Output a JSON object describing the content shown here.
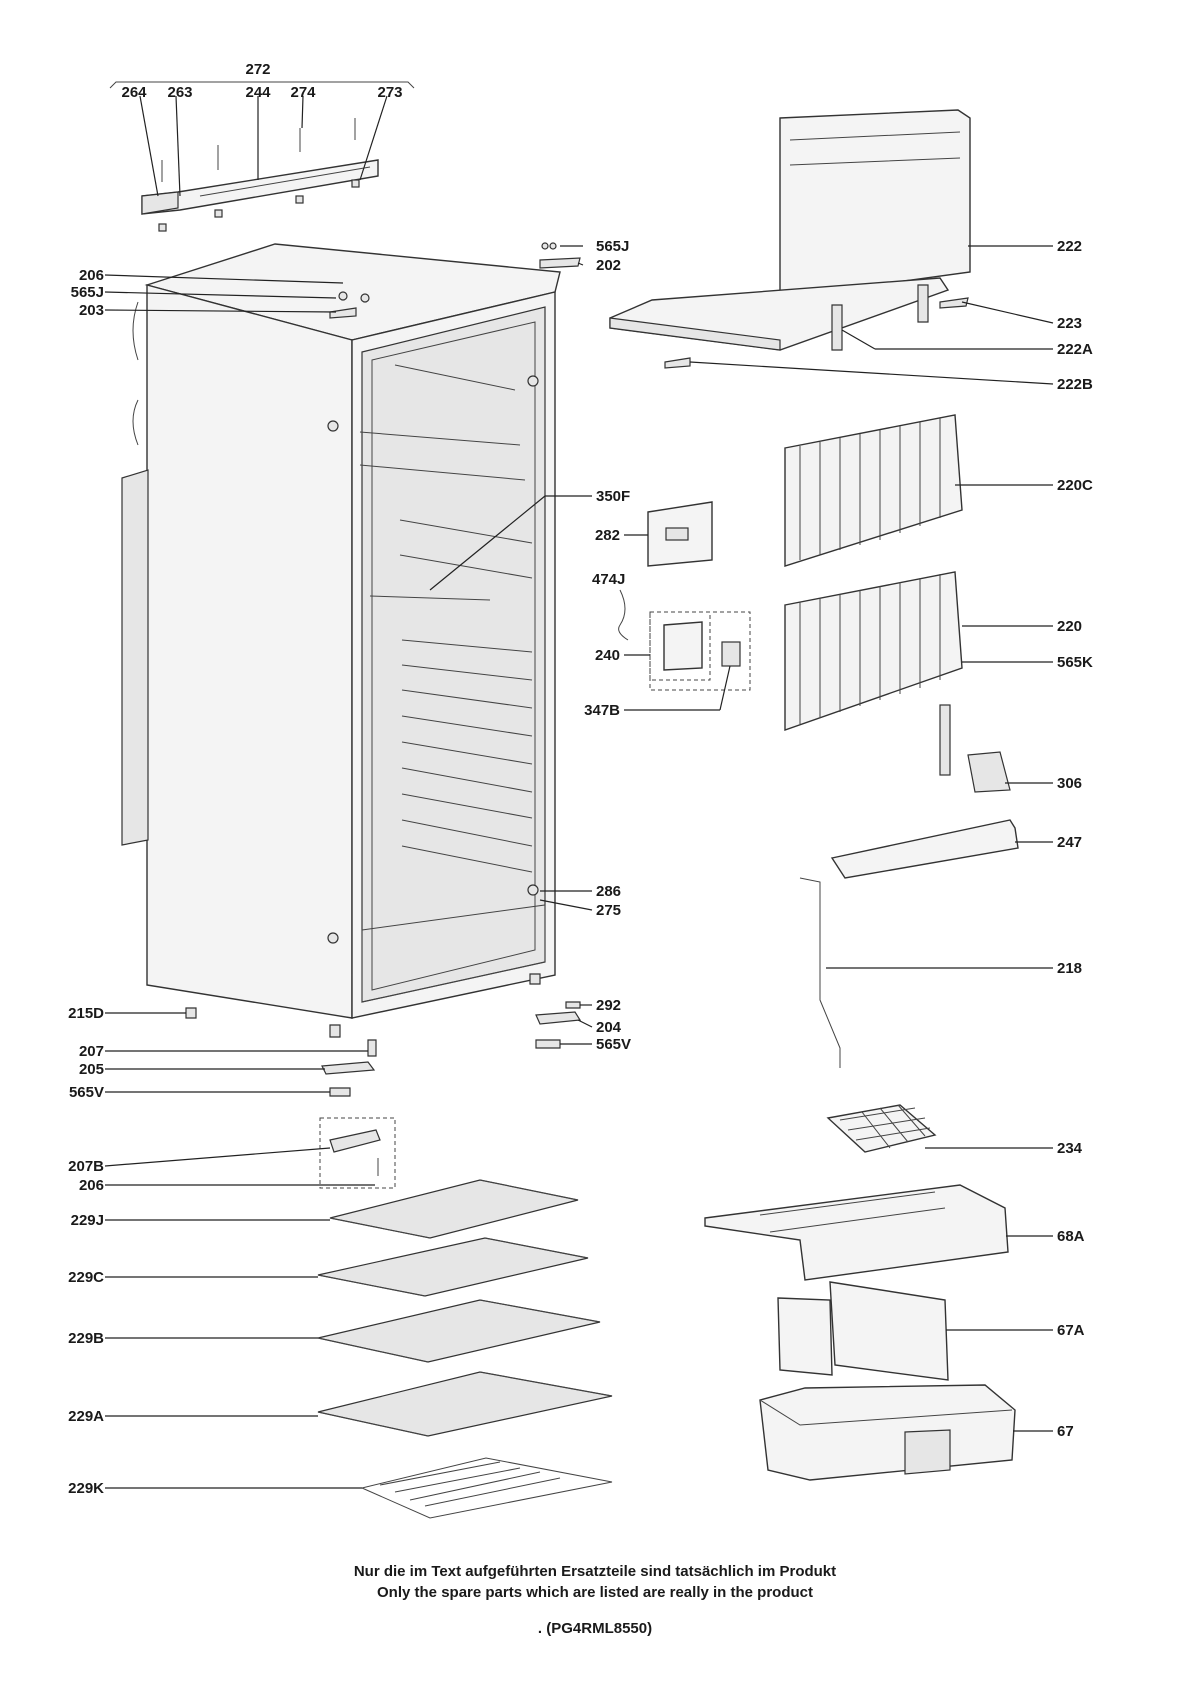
{
  "labels": {
    "l272": "272",
    "l264": "264",
    "l263": "263",
    "l244": "244",
    "l274": "274",
    "l273": "273",
    "l565J_a": "565J",
    "l202": "202",
    "l206_a": "206",
    "l565J_b": "565J",
    "l203": "203",
    "l222": "222",
    "l223": "223",
    "l222A": "222A",
    "l222B": "222B",
    "l220C": "220C",
    "l350F": "350F",
    "l282": "282",
    "l474J": "474J",
    "l220": "220",
    "l240": "240",
    "l565K": "565K",
    "l347B": "347B",
    "l306": "306",
    "l247": "247",
    "l286": "286",
    "l275": "275",
    "l218": "218",
    "l215D": "215D",
    "l292": "292",
    "l204": "204",
    "l565V_a": "565V",
    "l207": "207",
    "l205": "205",
    "l565V_b": "565V",
    "l234": "234",
    "l207B": "207B",
    "l206_b": "206",
    "l229J": "229J",
    "l68A": "68A",
    "l229C": "229C",
    "l229B": "229B",
    "l67A": "67A",
    "l229A": "229A",
    "l67": "67",
    "l229K": "229K"
  },
  "footer": {
    "line_de": "Nur die im Text aufgeführten Ersatzteile sind tatsächlich im Produkt",
    "line_en": "Only the spare parts which are listed are really in the product",
    "code": ". (PG4RML8550)"
  }
}
